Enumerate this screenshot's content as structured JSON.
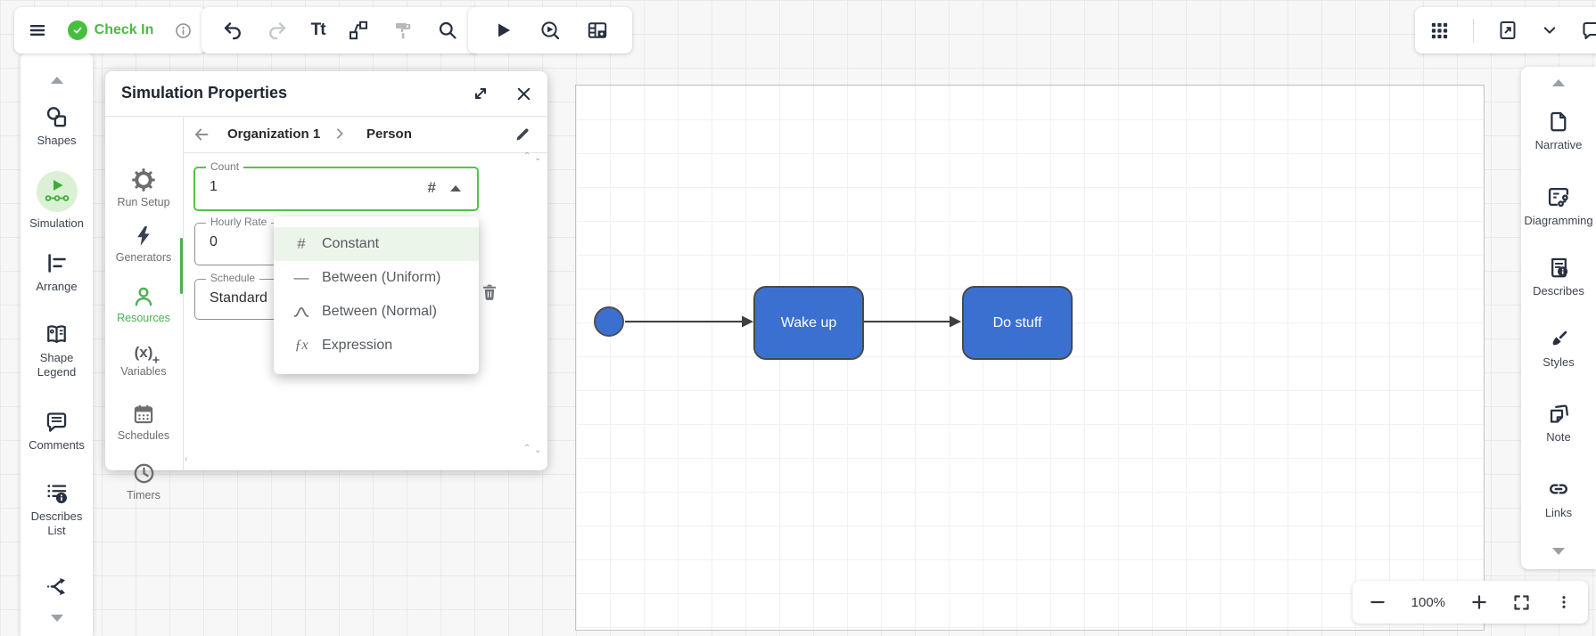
{
  "header": {
    "check_in": "Check In",
    "text_tool_glyph": "Tt"
  },
  "left_sidebar": {
    "items": [
      {
        "label": "Shapes",
        "icon": "shapes-icon"
      },
      {
        "label": "Simulation",
        "icon": "simulation-icon",
        "active": true
      },
      {
        "label": "Arrange",
        "icon": "arrange-icon"
      },
      {
        "label": "Shape Legend",
        "icon": "shape-legend-icon"
      },
      {
        "label": "Comments",
        "icon": "comments-icon"
      },
      {
        "label": "Describes List",
        "icon": "describes-list-icon"
      }
    ]
  },
  "right_sidebar": {
    "items": [
      {
        "label": "Narrative",
        "icon": "narrative-icon"
      },
      {
        "label": "Diagramming",
        "icon": "diagramming-icon"
      },
      {
        "label": "Describes",
        "icon": "describes-icon"
      },
      {
        "label": "Styles",
        "icon": "styles-brush-icon"
      },
      {
        "label": "Note",
        "icon": "note-icon"
      },
      {
        "label": "Links",
        "icon": "links-icon"
      }
    ]
  },
  "properties_panel": {
    "title": "Simulation Properties",
    "tabs": [
      {
        "label": "Run Setup",
        "icon": "gear-icon"
      },
      {
        "label": "Generators",
        "icon": "lightning-icon"
      },
      {
        "label": "Resources",
        "icon": "person-icon",
        "active": true
      },
      {
        "label": "Variables",
        "icon": "variables-icon",
        "glyph": "(x)"
      },
      {
        "label": "Schedules",
        "icon": "calendar-icon"
      },
      {
        "label": "Timers",
        "icon": "clock-icon"
      }
    ],
    "breadcrumb": {
      "parent": "Organization 1",
      "current": "Person"
    },
    "fields": {
      "count": {
        "label": "Count",
        "value": "1",
        "type_glyph": "#",
        "focused": true
      },
      "hourly_rate": {
        "label": "Hourly Rate",
        "value": "0"
      },
      "schedule": {
        "label": "Schedule",
        "value": "Standard"
      }
    },
    "type_dropdown": {
      "options": [
        {
          "label": "Constant",
          "glyph": "#",
          "selected": true
        },
        {
          "label": "Between (Uniform)",
          "glyph": "—"
        },
        {
          "label": "Between (Normal)",
          "glyph": "curve"
        },
        {
          "label": "Expression",
          "glyph": "ƒx"
        }
      ]
    }
  },
  "canvas": {
    "nodes": [
      {
        "label": "Wake up"
      },
      {
        "label": "Do stuff"
      }
    ],
    "start_shape": "circle",
    "shape_fill": "#3b70d1"
  },
  "zoom_bar": {
    "zoom_level": "100%"
  },
  "colors": {
    "accent_green": "#4cb944",
    "focus_green": "#56c24c",
    "shape_blue": "#3b70d1",
    "menu_highlight": "#ecf5ea"
  }
}
